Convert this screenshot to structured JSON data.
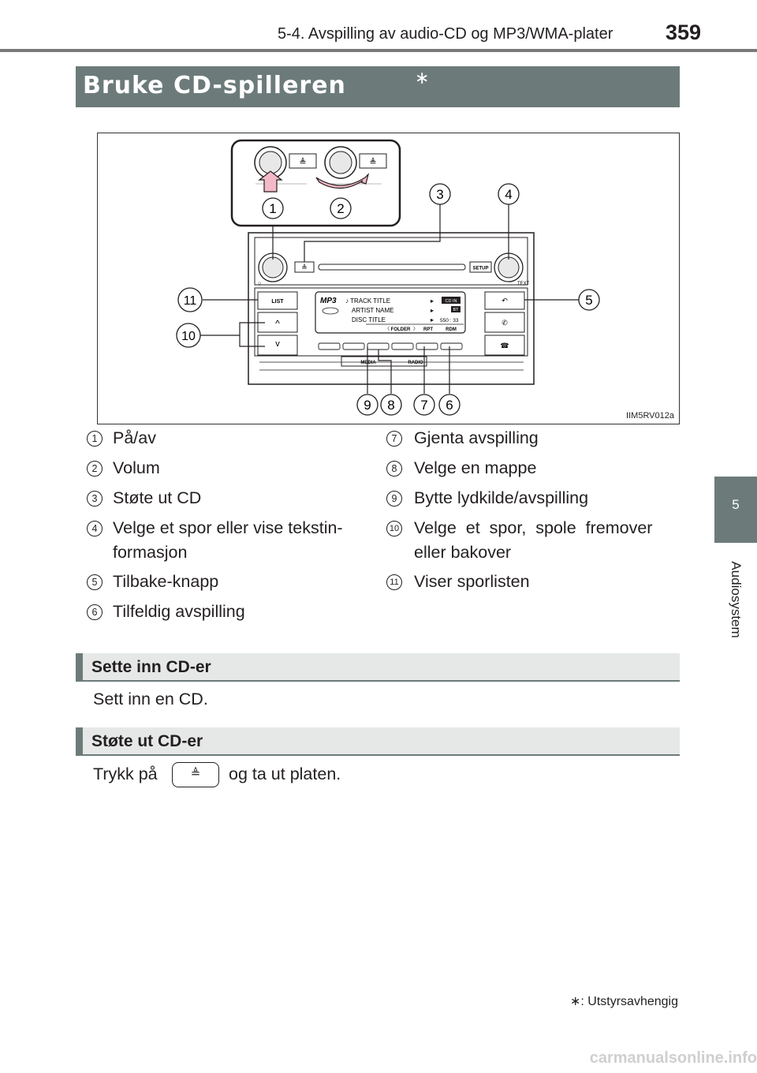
{
  "header": {
    "section": "5-4. Avspilling av audio-CD og MP3/WMA-plater",
    "page_number": "359"
  },
  "side_tab": {
    "number": "5",
    "label": "Audiosystem"
  },
  "banner": {
    "title": "Bruke CD-spilleren",
    "star": "∗"
  },
  "figure": {
    "code": "IIM5RV012a",
    "panel": {
      "list": "LIST",
      "setup": "SETUP",
      "text": "TEXT",
      "media": "MEDIA",
      "radio": "RADIO",
      "mp3": "MP3",
      "track": "♪ TRACK TITLE",
      "artist": "ARTIST NAME",
      "disc": "DISC TITLE",
      "folder": "FOLDER",
      "rpt": "RPT",
      "rdm": "RDM",
      "cdin": "CD IN",
      "bt": "BT",
      "time": "550 : 33"
    },
    "callouts": [
      "1",
      "2",
      "3",
      "4",
      "5",
      "6",
      "7",
      "8",
      "9",
      "10",
      "11"
    ]
  },
  "legend": [
    {
      "num": "1",
      "text": "På/av"
    },
    {
      "num": "2",
      "text": "Volum"
    },
    {
      "num": "3",
      "text": "Støte ut CD"
    },
    {
      "num": "4",
      "text": "Velge et spor eller vise tekstin-",
      "text2": "formasjon"
    },
    {
      "num": "5",
      "text": "Tilbake-knapp"
    },
    {
      "num": "6",
      "text": "Tilfeldig avspilling"
    },
    {
      "num": "7",
      "text": "Gjenta avspilling"
    },
    {
      "num": "8",
      "text": "Velge en mappe"
    },
    {
      "num": "9",
      "text": "Bytte lydkilde/avspilling"
    },
    {
      "num": "10",
      "text": "Velge et spor, spole fremover",
      "text2": "eller bakover"
    },
    {
      "num": "11",
      "text": "Viser sporlisten"
    }
  ],
  "section_insert": {
    "title": "Sette inn CD-er",
    "body": "Sett inn en CD."
  },
  "section_eject": {
    "title": "Støte ut CD-er",
    "body_before": "Trykk på",
    "button": "≜",
    "body_after": "og ta ut platen."
  },
  "footnote": "∗: Utstyrsavhengig",
  "watermark": "carmanualsonline.info"
}
